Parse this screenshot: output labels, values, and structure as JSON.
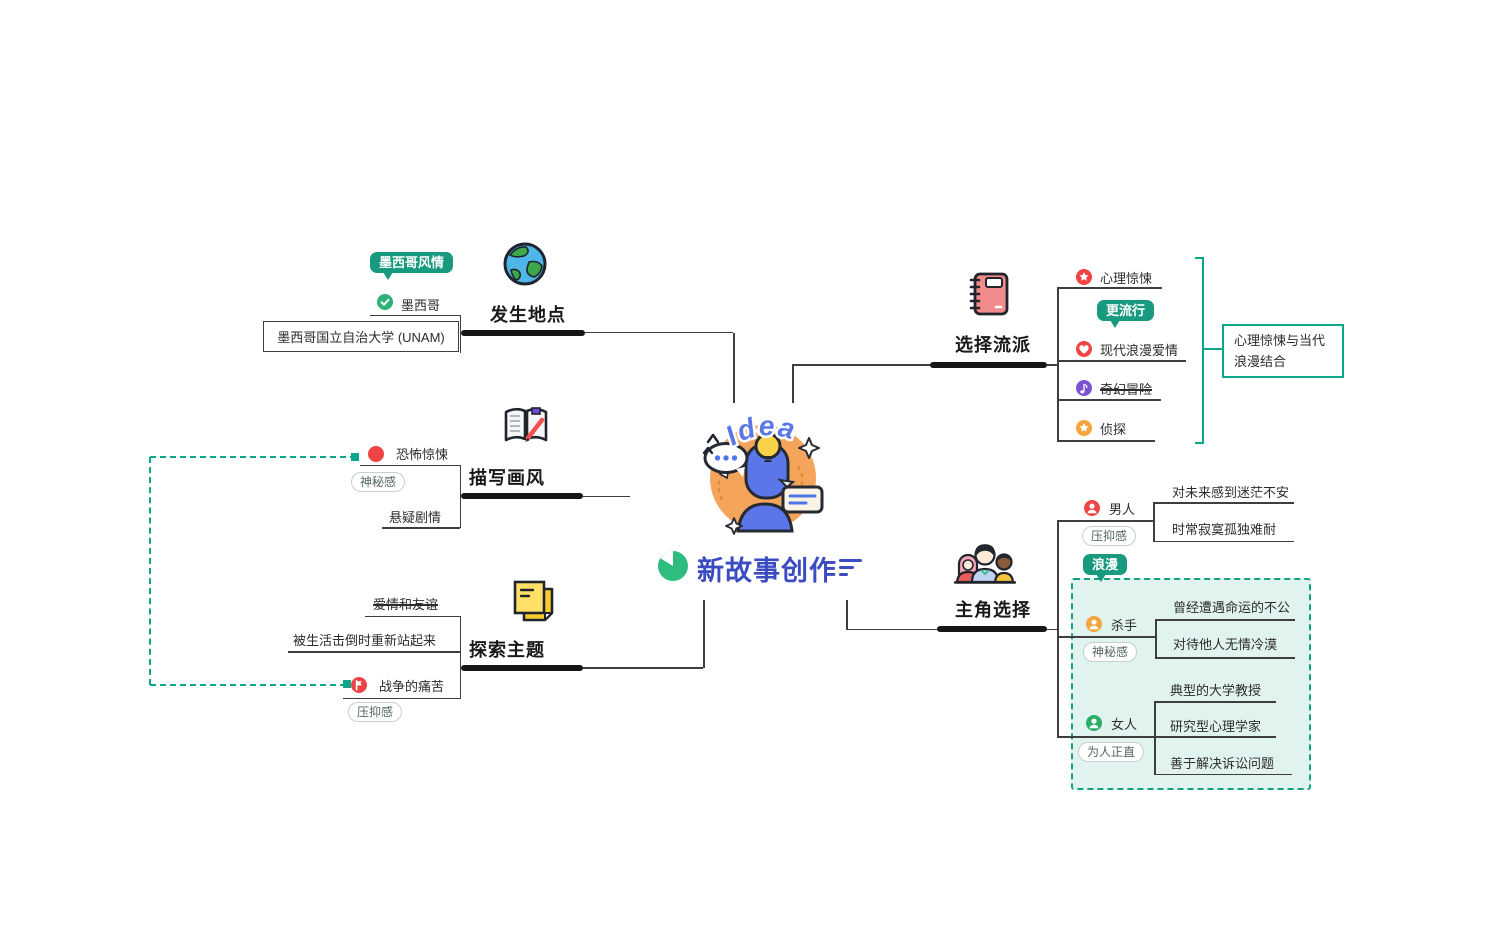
{
  "center": {
    "title": "新故事创作",
    "idea_label": "Idea"
  },
  "location": {
    "label": "发生地点",
    "tag": "墨西哥风情",
    "mexico": "墨西哥",
    "unam": "墨西哥国立自治大学 (UNAM)"
  },
  "style": {
    "label": "描写画风",
    "horror": "恐怖惊悚",
    "tag": "神秘感",
    "suspense": "悬疑剧情"
  },
  "themes": {
    "label": "探索主题",
    "love": "爱情和友谊",
    "rebound": "被生活击倒时重新站起来",
    "war": "战争的痛苦",
    "tag": "压抑感"
  },
  "genre": {
    "label": "选择流派",
    "psycho": "心理惊悚",
    "poptag": "更流行",
    "romance": "现代浪漫爱情",
    "fantasy": "奇幻冒险",
    "detective": "侦探",
    "summary": "心理惊悚与当代浪漫结合"
  },
  "protagonist": {
    "label": "主角选择",
    "man": "男人",
    "man_tag": "压抑感",
    "man_c1": "对未来感到迷茫不安",
    "man_c2": "时常寂寞孤独难耐",
    "group_tag": "浪漫",
    "killer": "杀手",
    "killer_tag": "神秘感",
    "killer_c1": "曾经遭遇命运的不公",
    "killer_c2": "对待他人无情冷漠",
    "woman": "女人",
    "woman_tag": "为人正直",
    "woman_c1": "典型的大学教授",
    "woman_c2": "研究型心理学家",
    "woman_c3": "善于解决诉讼问题"
  },
  "icons": {
    "center_left": "progress-pie-icon",
    "center_right": "notes-icon",
    "location": "globe-icon",
    "style": "book-pencil-icon",
    "themes": "sticky-notes-icon",
    "genre": "notebook-icon",
    "protagonist": "people-icon"
  },
  "colors": {
    "accent_teal": "#0BA78A",
    "tag_green": "#189A7E",
    "title_blue": "#3B4BC1",
    "branch_black": "#161616",
    "badge_red": "#EF4444",
    "badge_orange": "#F5A33D",
    "badge_purple": "#7B52D1",
    "badge_green": "#2BAE66",
    "group_fill": "#DCEBE6"
  }
}
